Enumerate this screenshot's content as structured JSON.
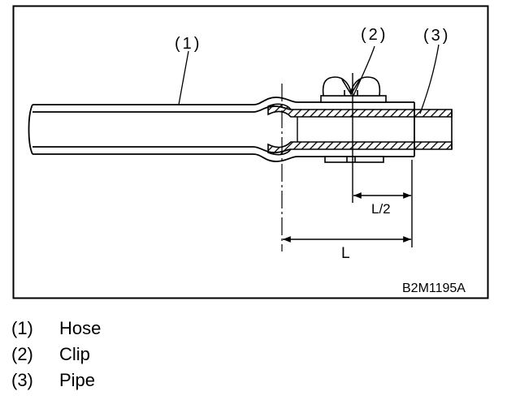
{
  "figure": {
    "callouts": [
      {
        "number": "(1)"
      },
      {
        "number": "(2)"
      },
      {
        "number": "(3)"
      }
    ],
    "dimensions": {
      "half": "L/2",
      "full": "L"
    },
    "code": "B2M1195A"
  },
  "legend": [
    {
      "number": "(1)",
      "label": "Hose"
    },
    {
      "number": "(2)",
      "label": "Clip"
    },
    {
      "number": "(3)",
      "label": "Pipe"
    }
  ]
}
